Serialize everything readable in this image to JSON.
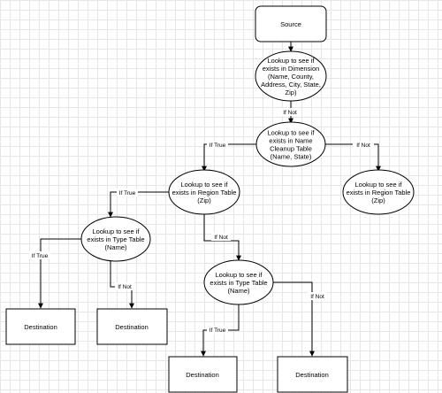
{
  "nodes": {
    "source": {
      "lines": [
        "Source"
      ]
    },
    "lookup_dimension": {
      "lines": [
        "Lookup to see if",
        "exists in Dimension",
        "(Name, County,",
        "Address, City, State,",
        "Zip)"
      ]
    },
    "lookup_name_cleanup": {
      "lines": [
        "Lookup to see if",
        "exists in Name",
        "Cleanup Table",
        "(Name, State)"
      ]
    },
    "lookup_region_left": {
      "lines": [
        "Lookup to see if",
        "exists in Region Table",
        "(Zip)"
      ]
    },
    "lookup_region_right": {
      "lines": [
        "Lookup to see if",
        "exists in Region Table",
        "(Zip)"
      ]
    },
    "lookup_type_left": {
      "lines": [
        "Lookup to see if",
        "exists in Type Table",
        "(Name)"
      ]
    },
    "lookup_type_mid": {
      "lines": [
        "Lookup to see if",
        "exists in Type Table",
        "(Name)"
      ]
    },
    "destination_1": {
      "lines": [
        "Destination"
      ]
    },
    "destination_2": {
      "lines": [
        "Destination"
      ]
    },
    "destination_3": {
      "lines": [
        "Destination"
      ]
    },
    "destination_4": {
      "lines": [
        "Destination"
      ]
    }
  },
  "edges": {
    "source_to_dimension": "",
    "dimension_to_name_cleanup": "If Not",
    "name_cleanup_to_region_left": "If True",
    "name_cleanup_to_region_right": "If Not",
    "region_left_to_type_left": "If True",
    "region_left_to_type_mid": "If Not",
    "type_left_to_destination_1": "If True",
    "type_left_to_destination_2": "If Not",
    "type_mid_to_destination_3": "If True",
    "type_mid_to_destination_4": "If Not"
  }
}
